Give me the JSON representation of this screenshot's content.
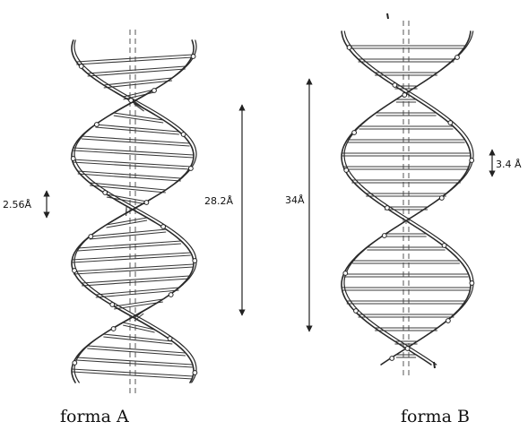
{
  "figure": {
    "helix_a": {
      "caption": "forma A",
      "rise_label": "2.56Å",
      "pitch_label": "28.2Å"
    },
    "helix_b": {
      "caption": "forma B",
      "rise_label": "3.4 Å",
      "pitch_label": "34Å"
    }
  },
  "colors": {
    "ink": "#2a2a2a",
    "background": "#ffffff"
  }
}
